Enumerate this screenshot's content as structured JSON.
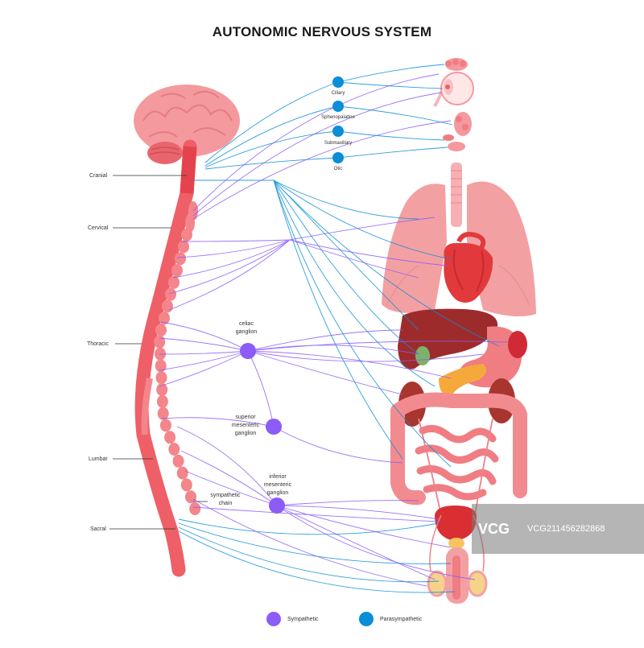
{
  "title": "AUTONOMIC NERVOUS SYSTEM",
  "colors": {
    "sympathetic": "#8b5cf6",
    "parasympathetic": "#0a8ed6",
    "cord": "#ef5f67",
    "brain": "#f49a9e",
    "organ": "#f08d8f",
    "heart": "#e23a3c",
    "liver": "#9e2b2b"
  },
  "regions": {
    "cranial": "Cranial",
    "cervical": "Cervical",
    "thoracic": "Thoracic",
    "lumbar": "Lumbar",
    "sacral": "Sacral"
  },
  "ganglia": {
    "ciliary": "Ciliary",
    "sphenopalatine": "Sphenopalatine",
    "submaxillary": "Submaxillary",
    "otic": "Otic",
    "celiac": [
      "celiac",
      "ganglion"
    ],
    "superior_mesenteric": [
      "superior",
      "mesenteric",
      "ganglion"
    ],
    "inferior_mesenteric": [
      "inferior",
      "mesenteric",
      "ganglion"
    ],
    "sympathetic_chain": [
      "sympathetic",
      "chain"
    ]
  },
  "legend": {
    "sympathetic": "Sympathetic",
    "parasympathetic": "Parasympathetic"
  },
  "watermark": {
    "logo": "VCG",
    "id": "VCG211456282868"
  }
}
